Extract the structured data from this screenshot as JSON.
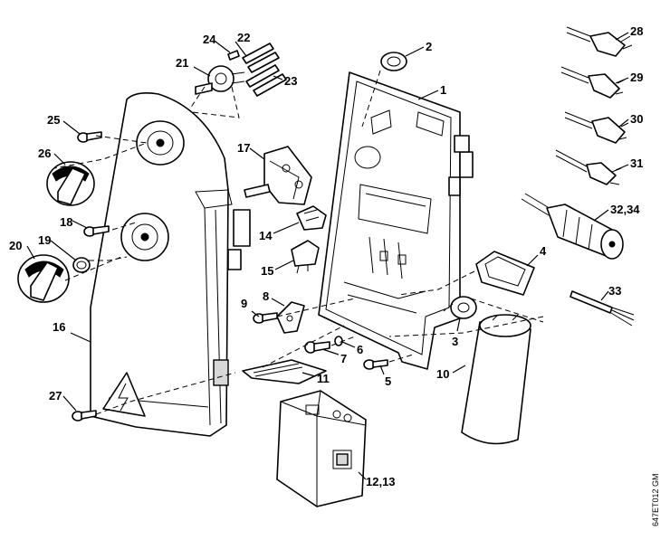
{
  "diagram_code": "647ET012 GM",
  "callouts": [
    {
      "id": "c1",
      "text": "1"
    },
    {
      "id": "c2",
      "text": "2"
    },
    {
      "id": "c3",
      "text": "3"
    },
    {
      "id": "c4",
      "text": "4"
    },
    {
      "id": "c5",
      "text": "5"
    },
    {
      "id": "c6",
      "text": "6"
    },
    {
      "id": "c7",
      "text": "7"
    },
    {
      "id": "c8",
      "text": "8"
    },
    {
      "id": "c9",
      "text": "9"
    },
    {
      "id": "c10",
      "text": "10"
    },
    {
      "id": "c11",
      "text": "11"
    },
    {
      "id": "c12",
      "text": "12,13"
    },
    {
      "id": "c14",
      "text": "14"
    },
    {
      "id": "c15",
      "text": "15"
    },
    {
      "id": "c16",
      "text": "16"
    },
    {
      "id": "c17",
      "text": "17"
    },
    {
      "id": "c18",
      "text": "18"
    },
    {
      "id": "c19",
      "text": "19"
    },
    {
      "id": "c20",
      "text": "20"
    },
    {
      "id": "c21",
      "text": "21"
    },
    {
      "id": "c22",
      "text": "22"
    },
    {
      "id": "c23",
      "text": "23"
    },
    {
      "id": "c24",
      "text": "24"
    },
    {
      "id": "c25",
      "text": "25"
    },
    {
      "id": "c26",
      "text": "26"
    },
    {
      "id": "c27",
      "text": "27"
    },
    {
      "id": "c28",
      "text": "28"
    },
    {
      "id": "c29",
      "text": "29"
    },
    {
      "id": "c30",
      "text": "30"
    },
    {
      "id": "c31",
      "text": "31"
    },
    {
      "id": "c32",
      "text": "32,34"
    },
    {
      "id": "c33",
      "text": "33"
    }
  ]
}
